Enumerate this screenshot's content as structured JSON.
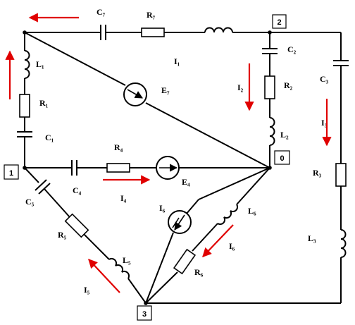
{
  "nodes": {
    "n0": "0",
    "n1": "1",
    "n2": "2",
    "n3": "3"
  },
  "components": {
    "C7": "C₇",
    "R7": "R₇",
    "L1": "L₁",
    "R1": "R₁",
    "C1": "C₁",
    "C2": "C₂",
    "R2": "R₂",
    "L2": "L₂",
    "C3": "C₃",
    "R3": "R₃",
    "L3": "L₃",
    "R4": "R₄",
    "C4": "C₄",
    "E4": "E₄",
    "C5": "C₅",
    "R5": "R₅",
    "L5": "L₅",
    "L6": "L₆",
    "R6": "R₆",
    "E7": "E₇"
  },
  "currents": {
    "I1": "I₁",
    "I2": "I₂",
    "I3": "I₃",
    "I4": "I₄",
    "I5": "I₅",
    "I6_source": "I₆",
    "I6_branch": "I₆"
  },
  "colors": {
    "wire": "#000000",
    "current_arrow": "#e00000"
  }
}
